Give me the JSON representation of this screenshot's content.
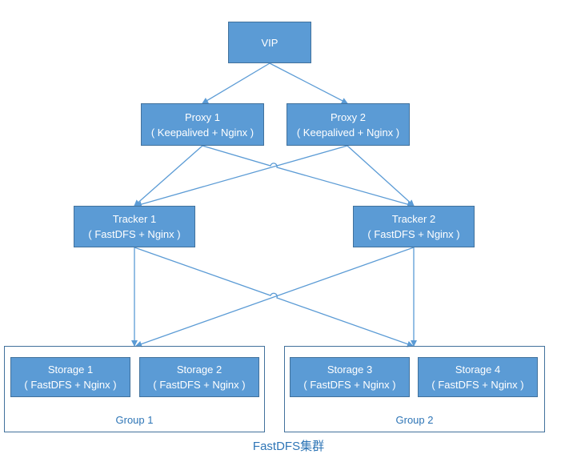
{
  "nodes": {
    "vip": {
      "line1": "VIP"
    },
    "proxy1": {
      "line1": "Proxy 1",
      "line2": "( Keepalived + Nginx )"
    },
    "proxy2": {
      "line1": "Proxy 2",
      "line2": "( Keepalived + Nginx )"
    },
    "tracker1": {
      "line1": "Tracker 1",
      "line2": "( FastDFS + Nginx )"
    },
    "tracker2": {
      "line1": "Tracker 2",
      "line2": "( FastDFS + Nginx )"
    },
    "storage1": {
      "line1": "Storage 1",
      "line2": "( FastDFS + Nginx )"
    },
    "storage2": {
      "line1": "Storage 2",
      "line2": "( FastDFS + Nginx )"
    },
    "storage3": {
      "line1": "Storage 3",
      "line2": "( FastDFS + Nginx )"
    },
    "storage4": {
      "line1": "Storage 4",
      "line2": "( FastDFS + Nginx )"
    }
  },
  "groups": {
    "group1": {
      "label": "Group 1"
    },
    "group2": {
      "label": "Group 2"
    }
  },
  "caption": "FastDFS集群",
  "colors": {
    "node_fill": "#5b9bd5",
    "node_border": "#41719c",
    "text_accent": "#2e75b6",
    "edge": "#5b9bd5"
  }
}
